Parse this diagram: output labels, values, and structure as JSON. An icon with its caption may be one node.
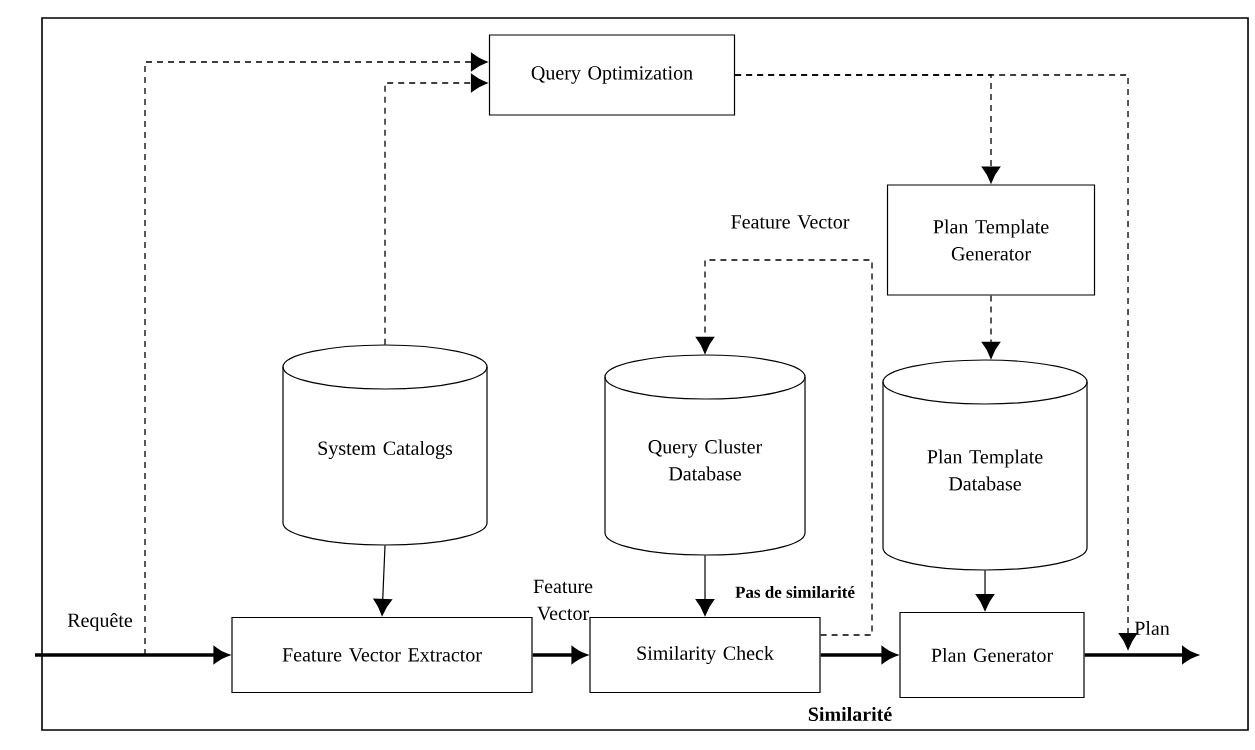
{
  "diagram": {
    "nodes": [
      {
        "text": [
          "Query Optimization"
        ]
      },
      {
        "text": [
          "Plan Template Generator"
        ]
      },
      {
        "text": [
          "System Catalogs"
        ]
      },
      {
        "text": [
          "Query Cluster Database"
        ]
      },
      {
        "text": [
          "Plan Template Database"
        ]
      },
      {
        "text": [
          "Feature Vector Extractor"
        ]
      },
      {
        "text": [
          "Similarity Check"
        ]
      },
      {
        "text": [
          "Plan Generator"
        ]
      }
    ],
    "edges": [
      {
        "from": null,
        "to": 5,
        "arrow": "to",
        "label": "Requête",
        "style": "thick"
      },
      {
        "from": null,
        "to": 0,
        "arrow": "to",
        "style": "dashed"
      },
      {
        "from": 2,
        "to": 0,
        "arrow": "to",
        "style": "dashed"
      },
      {
        "from": 0,
        "to": 1,
        "arrow": "to",
        "style": "dashed"
      },
      {
        "from": 0,
        "to": null,
        "arrow": "to",
        "style": "dashed"
      },
      {
        "from": 2,
        "to": 5,
        "arrow": "to"
      },
      {
        "from": 5,
        "to": 6,
        "arrow": "to",
        "label": "Feature Vector",
        "style": "thick"
      },
      {
        "from": 3,
        "to": 6,
        "arrow": "to"
      },
      {
        "from": 6,
        "to": 3,
        "arrow": "to",
        "label": "Feature Vector",
        "style": "dashed"
      },
      {
        "from": 6,
        "to": 7,
        "arrow": "to",
        "label": "Similarité",
        "style": "thick"
      },
      {
        "from": 4,
        "to": 7,
        "arrow": "to"
      },
      {
        "from": 1,
        "to": 4,
        "arrow": "to",
        "style": "dashed"
      },
      {
        "from": 7,
        "to": null,
        "arrow": "to",
        "label": "Plan",
        "style": "thick"
      }
    ],
    "labels": [
      "Pas de similarité"
    ]
  }
}
